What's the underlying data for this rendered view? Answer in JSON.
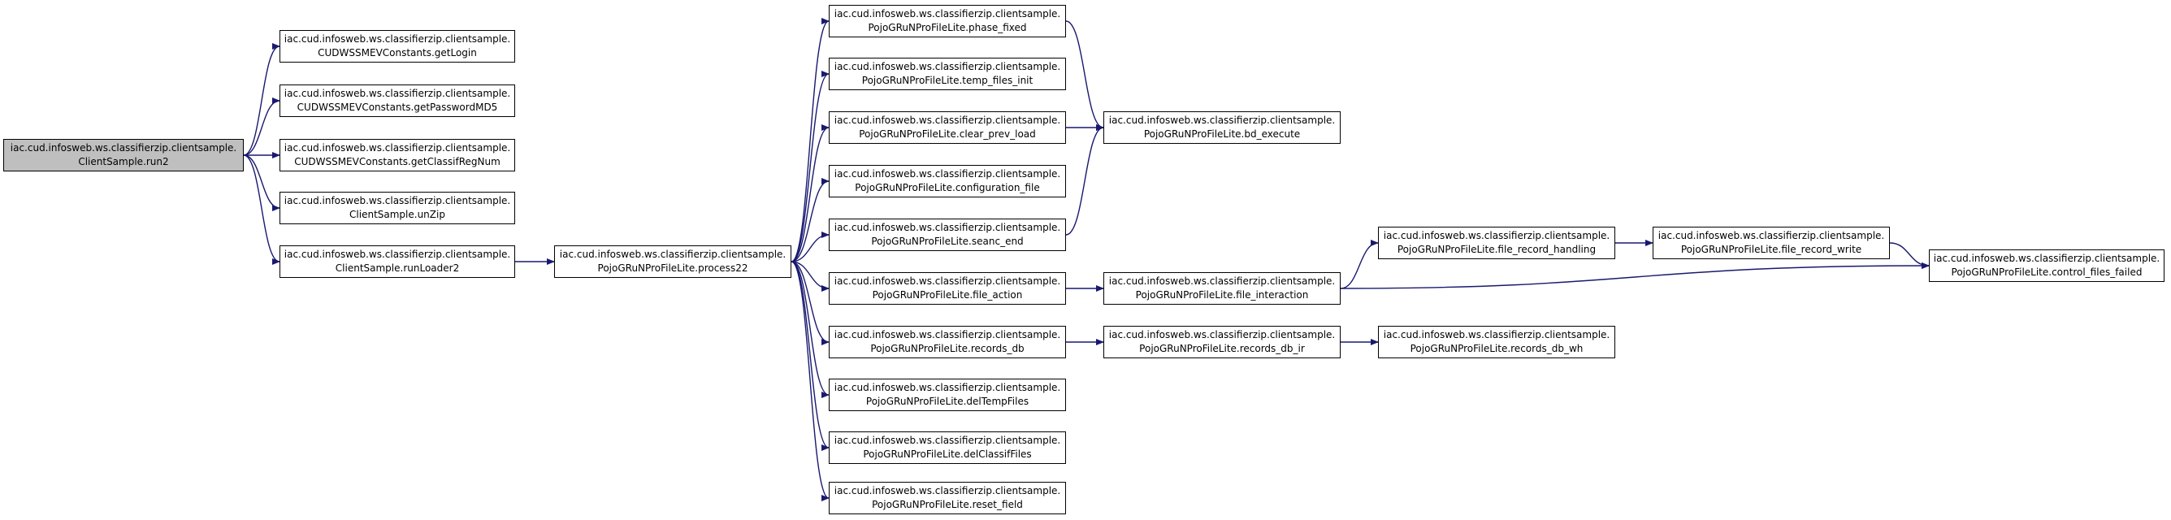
{
  "colors": {
    "edge": "#191970",
    "root_fill": "#bfbfbf",
    "node_fill": "#ffffff",
    "border": "#000000"
  },
  "nodes": {
    "run2": {
      "line1": "iac.cud.infosweb.ws.classifierzip.clientsample.",
      "line2": "ClientSample.run2"
    },
    "getLogin": {
      "line1": "iac.cud.infosweb.ws.classifierzip.clientsample.",
      "line2": "CUDWSSMEVConstants.getLogin"
    },
    "getPasswordMD5": {
      "line1": "iac.cud.infosweb.ws.classifierzip.clientsample.",
      "line2": "CUDWSSMEVConstants.getPasswordMD5"
    },
    "getClassifRegNum": {
      "line1": "iac.cud.infosweb.ws.classifierzip.clientsample.",
      "line2": "CUDWSSMEVConstants.getClassifRegNum"
    },
    "unZip": {
      "line1": "iac.cud.infosweb.ws.classifierzip.clientsample.",
      "line2": "ClientSample.unZip"
    },
    "runLoader2": {
      "line1": "iac.cud.infosweb.ws.classifierzip.clientsample.",
      "line2": "ClientSample.runLoader2"
    },
    "process22": {
      "line1": "iac.cud.infosweb.ws.classifierzip.clientsample.",
      "line2": "PojoGRuNProFileLite.process22"
    },
    "phase_fixed": {
      "line1": "iac.cud.infosweb.ws.classifierzip.clientsample.",
      "line2": "PojoGRuNProFileLite.phase_fixed"
    },
    "temp_files_init": {
      "line1": "iac.cud.infosweb.ws.classifierzip.clientsample.",
      "line2": "PojoGRuNProFileLite.temp_files_init"
    },
    "clear_prev_load": {
      "line1": "iac.cud.infosweb.ws.classifierzip.clientsample.",
      "line2": "PojoGRuNProFileLite.clear_prev_load"
    },
    "configuration_file": {
      "line1": "iac.cud.infosweb.ws.classifierzip.clientsample.",
      "line2": "PojoGRuNProFileLite.configuration_file"
    },
    "seanc_end": {
      "line1": "iac.cud.infosweb.ws.classifierzip.clientsample.",
      "line2": "PojoGRuNProFileLite.seanc_end"
    },
    "file_action": {
      "line1": "iac.cud.infosweb.ws.classifierzip.clientsample.",
      "line2": "PojoGRuNProFileLite.file_action"
    },
    "records_db": {
      "line1": "iac.cud.infosweb.ws.classifierzip.clientsample.",
      "line2": "PojoGRuNProFileLite.records_db"
    },
    "delTempFiles": {
      "line1": "iac.cud.infosweb.ws.classifierzip.clientsample.",
      "line2": "PojoGRuNProFileLite.delTempFiles"
    },
    "delClassifFiles": {
      "line1": "iac.cud.infosweb.ws.classifierzip.clientsample.",
      "line2": "PojoGRuNProFileLite.delClassifFiles"
    },
    "reset_field": {
      "line1": "iac.cud.infosweb.ws.classifierzip.clientsample.",
      "line2": "PojoGRuNProFileLite.reset_field"
    },
    "bd_execute": {
      "line1": "iac.cud.infosweb.ws.classifierzip.clientsample.",
      "line2": "PojoGRuNProFileLite.bd_execute"
    },
    "file_interaction": {
      "line1": "iac.cud.infosweb.ws.classifierzip.clientsample.",
      "line2": "PojoGRuNProFileLite.file_interaction"
    },
    "records_db_ir": {
      "line1": "iac.cud.infosweb.ws.classifierzip.clientsample.",
      "line2": "PojoGRuNProFileLite.records_db_ir"
    },
    "file_record_handling": {
      "line1": "iac.cud.infosweb.ws.classifierzip.clientsample.",
      "line2": "PojoGRuNProFileLite.file_record_handling"
    },
    "records_db_wh": {
      "line1": "iac.cud.infosweb.ws.classifierzip.clientsample.",
      "line2": "PojoGRuNProFileLite.records_db_wh"
    },
    "file_record_write": {
      "line1": "iac.cud.infosweb.ws.classifierzip.clientsample.",
      "line2": "PojoGRuNProFileLite.file_record_write"
    },
    "control_files_failed": {
      "line1": "iac.cud.infosweb.ws.classifierzip.clientsample.",
      "line2": "PojoGRuNProFileLite.control_files_failed"
    }
  },
  "edges": [
    [
      "run2",
      "getLogin"
    ],
    [
      "run2",
      "getPasswordMD5"
    ],
    [
      "run2",
      "getClassifRegNum"
    ],
    [
      "run2",
      "unZip"
    ],
    [
      "run2",
      "runLoader2"
    ],
    [
      "runLoader2",
      "process22"
    ],
    [
      "process22",
      "phase_fixed"
    ],
    [
      "process22",
      "temp_files_init"
    ],
    [
      "process22",
      "clear_prev_load"
    ],
    [
      "process22",
      "configuration_file"
    ],
    [
      "process22",
      "seanc_end"
    ],
    [
      "process22",
      "file_action"
    ],
    [
      "process22",
      "records_db"
    ],
    [
      "process22",
      "delTempFiles"
    ],
    [
      "process22",
      "delClassifFiles"
    ],
    [
      "process22",
      "reset_field"
    ],
    [
      "phase_fixed",
      "bd_execute"
    ],
    [
      "clear_prev_load",
      "bd_execute"
    ],
    [
      "seanc_end",
      "bd_execute"
    ],
    [
      "file_action",
      "file_interaction"
    ],
    [
      "file_interaction",
      "file_record_handling"
    ],
    [
      "file_interaction",
      "control_files_failed"
    ],
    [
      "file_record_handling",
      "file_record_write"
    ],
    [
      "file_record_write",
      "control_files_failed"
    ],
    [
      "records_db",
      "records_db_ir"
    ],
    [
      "records_db_ir",
      "records_db_wh"
    ]
  ]
}
